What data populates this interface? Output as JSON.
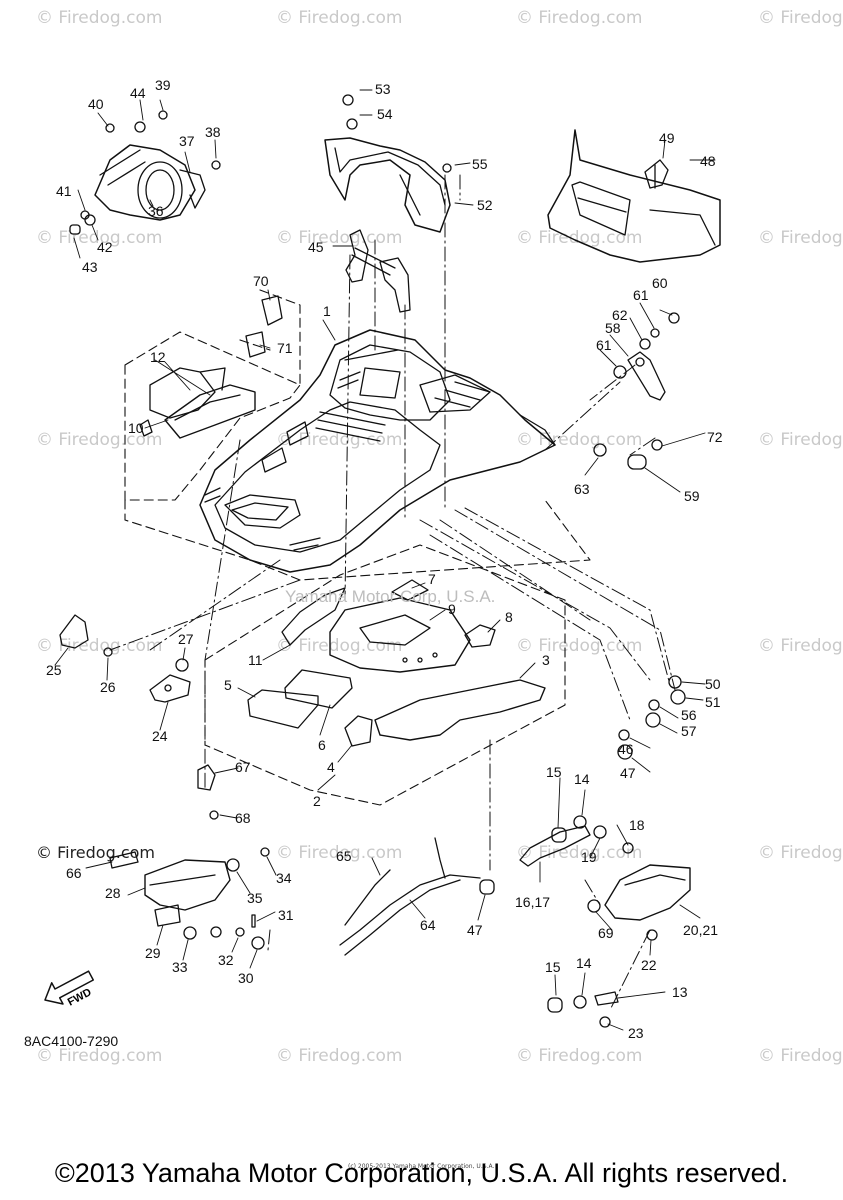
{
  "watermark": {
    "text": "© Firedog.com",
    "short": "© Firedog"
  },
  "overlay_text": "Yamaha Motor Corp, U.S.A.",
  "diagram_code": "8AC4100-7290",
  "direction_label": "FWD",
  "fine_print": "(c) 2005-2013 Yamaha Motor Corporation, U.S.A.",
  "footer": "©2013 Yamaha Motor Corporation, U.S.A. All rights reserved.",
  "callouts": [
    "1",
    "2",
    "3",
    "4",
    "5",
    "6",
    "7",
    "8",
    "9",
    "10",
    "11",
    "12",
    "13",
    "14",
    "14",
    "15",
    "15",
    "16,17",
    "18",
    "19",
    "20,21",
    "22",
    "23",
    "24",
    "25",
    "26",
    "27",
    "28",
    "29",
    "30",
    "31",
    "32",
    "33",
    "34",
    "35",
    "36",
    "37",
    "38",
    "39",
    "40",
    "41",
    "42",
    "43",
    "44",
    "45",
    "46",
    "47",
    "47",
    "48",
    "49",
    "50",
    "51",
    "52",
    "53",
    "54",
    "55",
    "56",
    "57",
    "58",
    "59",
    "60",
    "61",
    "61",
    "62",
    "63",
    "64",
    "65",
    "66",
    "67",
    "68",
    "69",
    "70",
    "71",
    "72"
  ]
}
